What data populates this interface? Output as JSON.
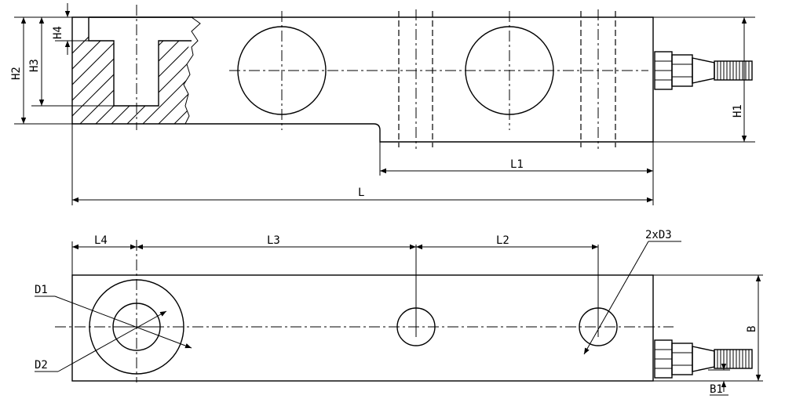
{
  "labels": {
    "L": "L",
    "L1": "L1",
    "L2": "L2",
    "L3": "L3",
    "L4": "L4",
    "H1": "H1",
    "H2": "H2",
    "H3": "H3",
    "H4": "H4",
    "B": "B",
    "B1": "B1",
    "D1": "D1",
    "D2": "D2",
    "D3": "2xD3"
  }
}
